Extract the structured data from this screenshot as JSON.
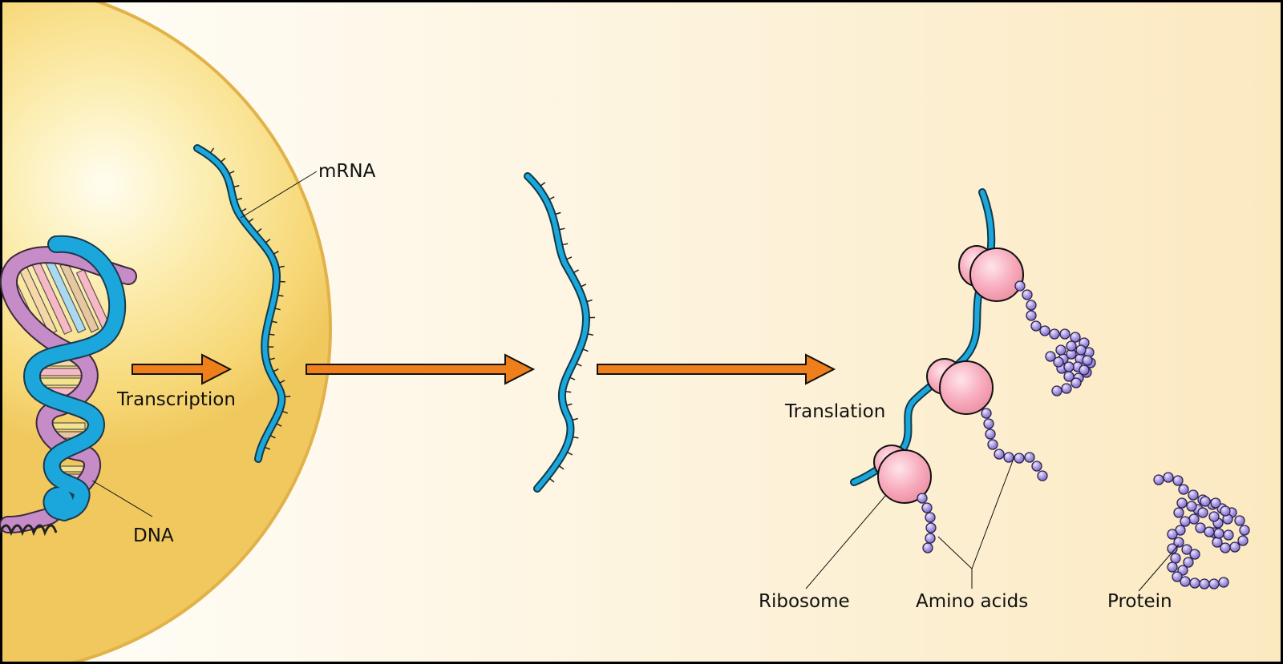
{
  "labels": {
    "mrna": "mRNA",
    "transcription": "Transcription",
    "dna": "DNA",
    "translation": "Translation",
    "ribosome": "Ribosome",
    "amino_acids": "Amino acids",
    "protein": "Protein"
  },
  "colors": {
    "background_light": "#fffdf6",
    "background_warm": "#fbecc4",
    "nucleus_light": "#fffbe3",
    "nucleus": "#f7d778",
    "nucleus_edge": "#e5b848",
    "arrow": "#ef7f1a",
    "mrna": "#1aa6d9",
    "dna_strand_blue": "#1aa6d9",
    "dna_strand_purple": "#c48cc6",
    "ribosome": "#f7a8b8",
    "amino_acid": "#9c8dd8"
  }
}
